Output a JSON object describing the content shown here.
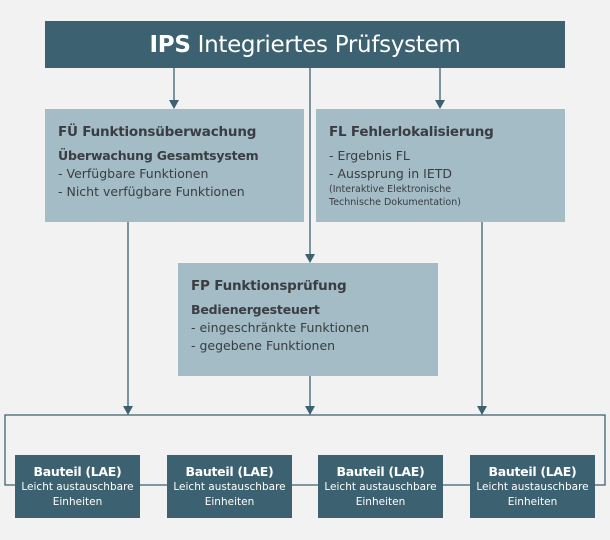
{
  "header": {
    "abbr": "IPS",
    "title": "Integriertes Prüfsystem"
  },
  "panels": {
    "fu": {
      "heading": "FÜ Funktionsüberwachung",
      "subheading": "Überwachung Gesamtsystem",
      "items": [
        "- Verfügbare Funktionen",
        "- Nicht verfügbare Funktionen"
      ]
    },
    "fl": {
      "heading": "FL Fehlerlokalisierung",
      "items": [
        "- Ergebnis FL",
        "- Aussprung in IETD"
      ],
      "note_line1": "(Interaktive Elektronische",
      "note_line2": "Technische Dokumentation)"
    },
    "fp": {
      "heading": "FP Funktionsprüfung",
      "subheading": "Bedienergesteuert",
      "items": [
        "- eingeschränkte Funktionen",
        "- gegebene Funktionen"
      ]
    }
  },
  "components": [
    {
      "title": "Bauteil (LAE)",
      "line1": "Leicht austauschbare",
      "line2": "Einheiten"
    },
    {
      "title": "Bauteil (LAE)",
      "line1": "Leicht austauschbare",
      "line2": "Einheiten"
    },
    {
      "title": "Bauteil (LAE)",
      "line1": "Leicht austauschbare",
      "line2": "Einheiten"
    },
    {
      "title": "Bauteil (LAE)",
      "line1": "Leicht austauschbare",
      "line2": "Einheiten"
    }
  ],
  "colors": {
    "dark": "#3c6170",
    "light": "#a3bcc5",
    "background": "#f2f2f2",
    "text_dark": "#3a3d42"
  }
}
